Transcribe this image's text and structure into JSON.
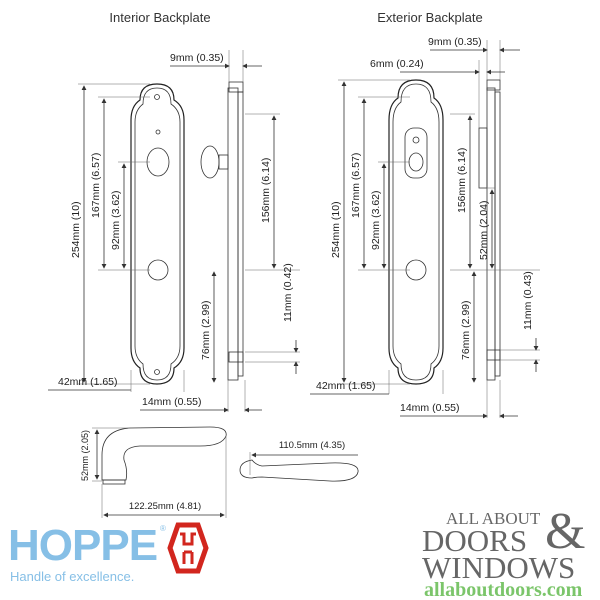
{
  "interior": {
    "title": "Interior Backplate",
    "dims": {
      "d9": "9mm (0.35)",
      "d254": "254mm (10)",
      "d167": "167mm (6.57)",
      "d92": "92mm (3.62)",
      "d156": "156mm (6.14)",
      "d11": "11mm (0.42)",
      "d76": "76mm (2.99)",
      "d42": "42mm (1.65)",
      "d14": "14mm (0.55)"
    }
  },
  "exterior": {
    "title": "Exterior Backplate",
    "dims": {
      "d9": "9mm (0.35)",
      "d6": "6mm (0.24)",
      "d254": "254mm (10)",
      "d167": "167mm (6.57)",
      "d92": "92mm (3.62)",
      "d156": "156mm (6.14)",
      "d52": "52mm (2.04)",
      "d11": "11mm (0.43)",
      "d76": "76mm (2.99)",
      "d42": "42mm (1.65)",
      "d14": "14mm (0.55)"
    }
  },
  "handle": {
    "height": "52mm (2.05)",
    "length": "122.25mm (4.81)",
    "top_length": "110.5mm (4.35)"
  },
  "logos": {
    "hoppe": "HOPPE",
    "hoppe_reg": "®",
    "hoppe_tagline": "Handle of excellence.",
    "hoppe_color": "#86bfe6",
    "hoppe_mark_color": "#d2261e",
    "aad_line1": "ALL ABOUT",
    "aad_line2": "DOORS",
    "aad_amp": "&",
    "aad_line3": "WINDOWS",
    "aad_url": "allaboutdoors.com",
    "aad_url_color": "#7bc56a"
  }
}
